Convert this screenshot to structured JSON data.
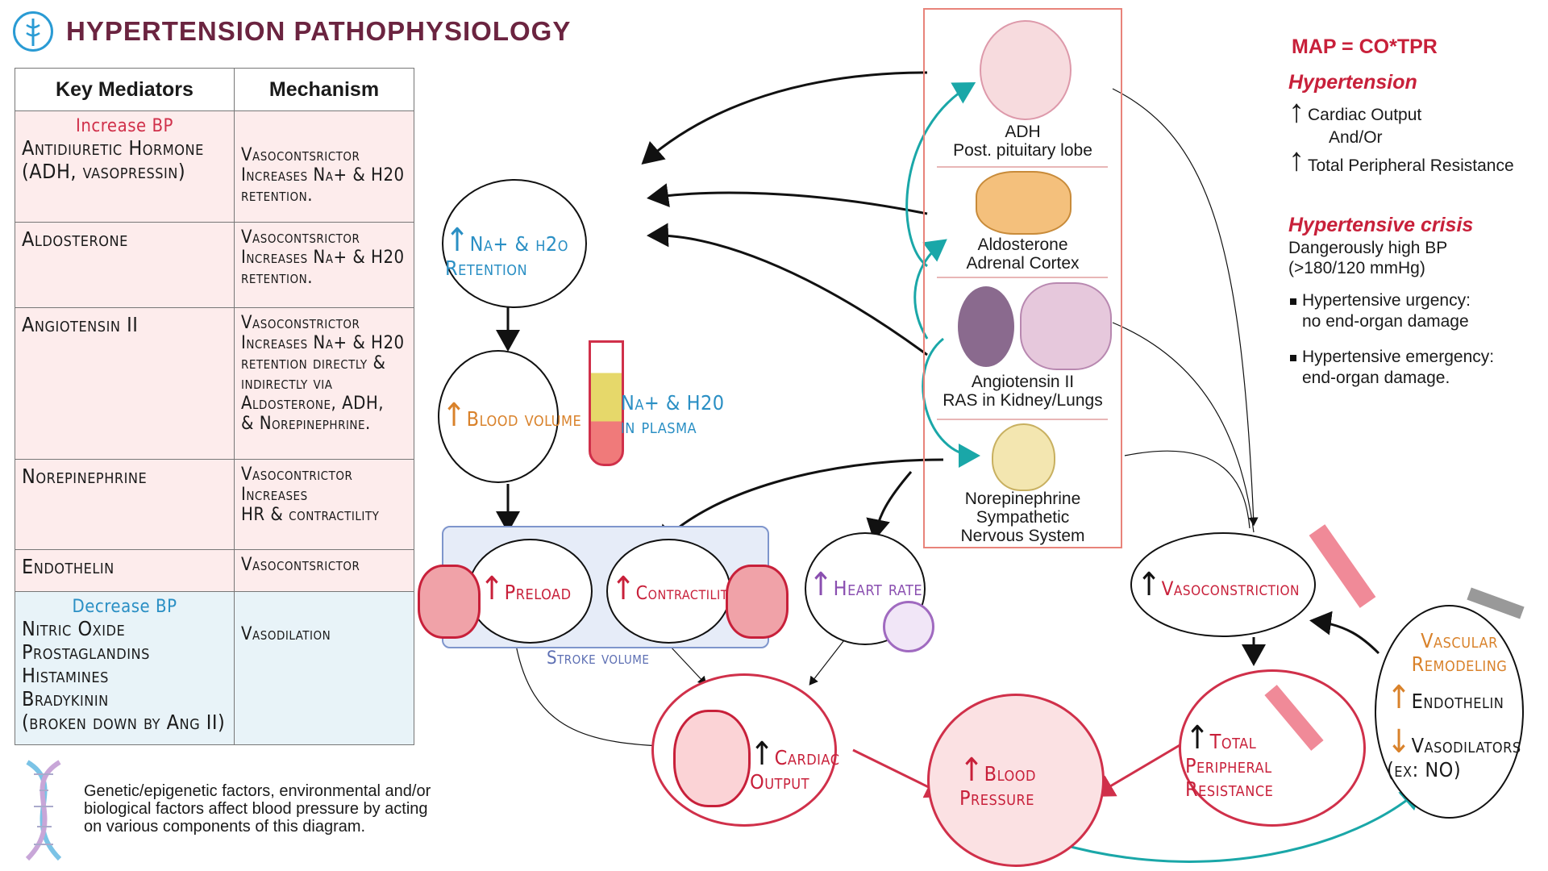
{
  "header": {
    "title": "HYPERTENSION PATHOPHYSIOLOGY",
    "logo": "caduceus-icon"
  },
  "table": {
    "col1": "Key Mediators",
    "col2": "Mechanism",
    "increase_label": "Increase BP",
    "decrease_label": "Decrease BP",
    "rows": [
      {
        "mediator_line1": "Antidiuretic Hormone",
        "mediator_line2": "(ADH, vasopressin)",
        "mechanism": "Vasocontsrictor\nIncreases Na+ & H20\nretention."
      },
      {
        "mediator_line1": "Aldosterone",
        "mediator_line2": "",
        "mechanism": "Vasocontsrictor\nIncreases Na+ & H20\nretention."
      },
      {
        "mediator_line1": "Angiotensin II",
        "mediator_line2": "",
        "mechanism": "Vasoconstrictor\nIncreases Na+ & H20\nretention directly &\nindirectly via\nAldosterone, ADH,\n& Norepinephrine."
      },
      {
        "mediator_line1": "Norepinephrine",
        "mediator_line2": "",
        "mechanism": "Vasocontrictor\nIncreases\nHR & contractility"
      },
      {
        "mediator_line1": "Endothelin",
        "mediator_line2": "",
        "mechanism": "Vasocontsrictor"
      }
    ],
    "decrease_mediators": "Nitric Oxide\nProstaglandins\nHistamines\nBradykinin\n(broken down by Ang II)",
    "decrease_mechanism": "Vasodilation"
  },
  "dna_note": "Genetic/epigenetic factors, environmental and/or biological factors affect blood pressure by acting on various components of this diagram.",
  "nodes": {
    "retention": "Na+ & h2o Retention",
    "blood_volume": "Blood volume",
    "plasma": "Na+ & H20 in plasma",
    "preload": "Preload",
    "contractility": "Contractility",
    "stroke_volume": "Stroke volume",
    "heart_rate": "Heart rate",
    "cardiac_output": "Cardiac Output",
    "blood_pressure": "Blood Pressure",
    "tpr": "Total Peripheral Resistance",
    "vasoconstriction": "Vasoconstriction",
    "remodeling": "Vascular Remodeling",
    "endothelin": "Endothelin",
    "vasodilators": "Vasodilators (ex: NO)"
  },
  "center": {
    "adh_1": "ADH",
    "adh_2": "Post. pituitary lobe",
    "aldo_1": "Aldosterone",
    "aldo_2": "Adrenal Cortex",
    "ang_1": "Angiotensin II",
    "ang_2": "RAS in Kidney/Lungs",
    "ne_1": "Norepinephrine",
    "ne_2": "Sympathetic",
    "ne_3": "Nervous System"
  },
  "right": {
    "equation": "MAP = CO*TPR",
    "htn_title": "Hypertension",
    "htn_1": "Cardiac Output",
    "htn_2": "And/Or",
    "htn_3": "Total Peripheral Resistance",
    "crisis_title": "Hypertensive crisis",
    "crisis_1": "Dangerously high BP",
    "crisis_2": "(>180/120 mmHg)",
    "urgency_1": "Hypertensive urgency:",
    "urgency_2": "no end-organ damage",
    "emergency_1": "Hypertensive emergency:",
    "emergency_2": "end-organ damage."
  },
  "colors": {
    "title": "#6b2440",
    "accent_red": "#c8203a",
    "teal": "#1aa7a8",
    "blue": "#2a8fc4",
    "orange": "#d9822b",
    "purple": "#8a4fb0"
  }
}
